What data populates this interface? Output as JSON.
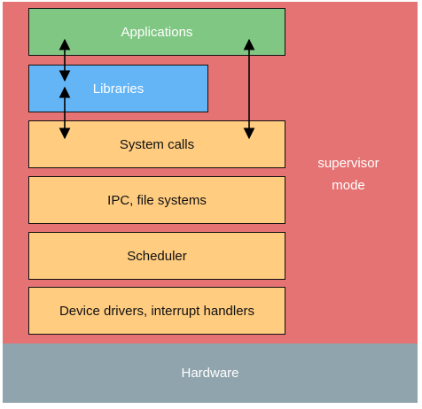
{
  "layers": {
    "applications": "Applications",
    "libraries": "Libraries",
    "system_calls": "System calls",
    "ipc": "IPC, file systems",
    "scheduler": "Scheduler",
    "drivers": "Device drivers, interrupt handlers",
    "hardware": "Hardware"
  },
  "region_label": {
    "line1": "supervisor",
    "line2": "mode"
  },
  "colors": {
    "supervisor_region": "#e57373",
    "applications": "#81c784",
    "libraries": "#64b5f6",
    "kernel_layers": "#ffcc80",
    "hardware": "#90a4ae"
  }
}
